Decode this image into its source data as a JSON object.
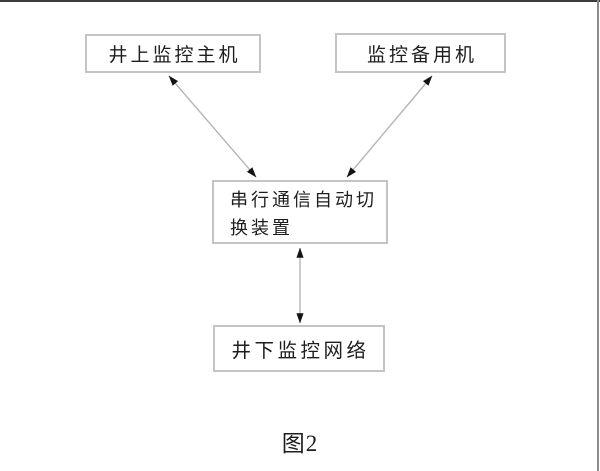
{
  "figure": {
    "caption": "图2",
    "kind": "flow-diagram"
  },
  "diagram": {
    "nodes": [
      {
        "id": "surface-monitoring-host",
        "label": "井上监控主机"
      },
      {
        "id": "monitoring-backup-machine",
        "label": "监控备用机"
      },
      {
        "id": "serial-comm-auto-switch-device",
        "label": "串行通信自动切换装置"
      },
      {
        "id": "underground-monitoring-network",
        "label": "井下监控网络"
      }
    ],
    "edges": [
      {
        "from": "井上监控主机",
        "to": "串行通信自动切换装置",
        "direction": "bidirectional"
      },
      {
        "from": "监控备用机",
        "to": "串行通信自动切换装置",
        "direction": "bidirectional"
      },
      {
        "from": "串行通信自动切换装置",
        "to": "井下监控网络",
        "direction": "bidirectional"
      }
    ]
  },
  "colors": {
    "background": "#ffffff",
    "box_border": "#c4c4c4",
    "text": "#1e1e1e",
    "arrow_line": "#b5b5b5",
    "arrow_head": "#141414",
    "page_top_edge": "#3c3c3c",
    "page_right_edge": "#8a8a8a"
  }
}
